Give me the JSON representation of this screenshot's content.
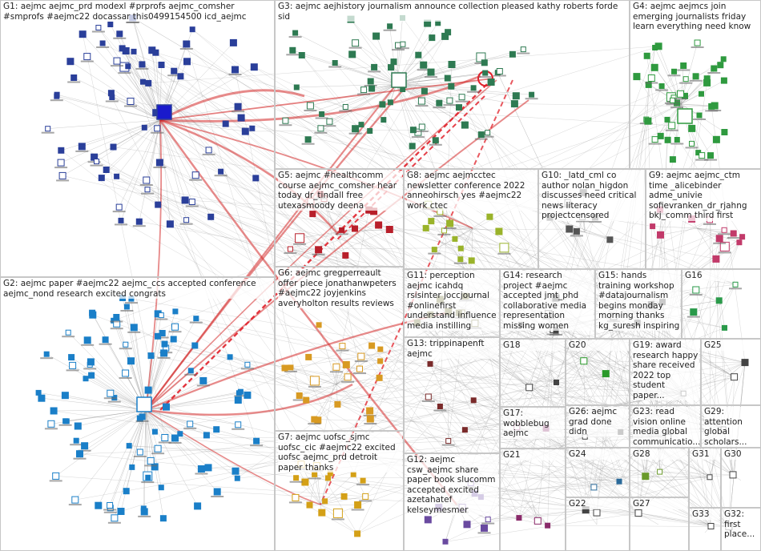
{
  "graph": {
    "groups": [
      {
        "id": "G1",
        "label": "G1: aejmc aejmc_prd modexl #prprofs aejmc_comsher #smprofs #aejmc22 docassar this0499154500 icd_aejmc",
        "color": "#2a3f9a"
      },
      {
        "id": "G2",
        "label": "G2: aejmc paper #aejmc22 aejmc_ccs accepted conference aejmc_nond research excited congrats",
        "color": "#1a7fc8"
      },
      {
        "id": "G3",
        "label": "G3: aejmc aejhistory journalism announce collection pleased kathy roberts forde sid",
        "color": "#2e7a52"
      },
      {
        "id": "G4",
        "label": "G4: aejmc aejmcs join emerging journalists friday learn everything need know",
        "color": "#2f9a3f"
      },
      {
        "id": "G5",
        "label": "G5: aejmc #healthcomm course aejmc_comsher hear today dr_tindall free utexasmoody deena",
        "color": "#b81f2a"
      },
      {
        "id": "G6",
        "label": "G6: aejmc gregperreault offer piece jonathanwpeters #aejmc22 joyjenkins averyholton results reviews",
        "color": "#d89a22"
      },
      {
        "id": "G7",
        "label": "G7: aejmc uofsc_sjmc uofsc_cic #aejmc22 excited uofsc aejmc_prd detroit paper thanks",
        "color": "#d4a017"
      },
      {
        "id": "G8",
        "label": "G8: aejmc aejmcctec newsletter conference 2022 anneohirsch yes #aejmc22 work ctec",
        "color": "#9ab32a"
      },
      {
        "id": "G9",
        "label": "G9: aejmc aejmc_ctm time _alicebinder adme_univie sofievranken_dr_rjahng bkj_comm third first",
        "color": "#c23a6a"
      },
      {
        "id": "G10",
        "label": "G10: _latd_cml co author nolan_higdon discusses need critical news literacy projectcensored",
        "color": "#555555"
      },
      {
        "id": "G11",
        "label": "G11: perception aejmc icahdq rsisinter joccjournal #onlinefirst understand influence media instilling",
        "color": "#6a6a2a"
      },
      {
        "id": "G12",
        "label": "G12: aejmc csw_aejmc share paper book slucomm accepted excited azetahatef kelseymesmer",
        "color": "#6a4aa0"
      },
      {
        "id": "G13",
        "label": "G13: trippinapenft aejmc",
        "color": "#7a2a2a"
      },
      {
        "id": "G14",
        "label": "G14: research project #aejmc accepted jmt_phd collaborative media representation missing women",
        "color": "#444444"
      },
      {
        "id": "G15",
        "label": "G15: hands training workshop #datajournalism begins monday morning thanks kg_suresh inspiring",
        "color": "#444444"
      },
      {
        "id": "G16",
        "label": "G16",
        "color": "#2a9a4a"
      },
      {
        "id": "G17",
        "label": "G17: wobblebug aejmc",
        "color": "#8a2a6a"
      },
      {
        "id": "G18",
        "label": "G18",
        "color": "#444444"
      },
      {
        "id": "G19",
        "label": "G19: award research happy share received 2022 top student paper...",
        "color": "#444444"
      },
      {
        "id": "G20",
        "label": "G20",
        "color": "#2a9a2a"
      },
      {
        "id": "G21",
        "label": "G21",
        "color": "#8a2a6a"
      },
      {
        "id": "G22",
        "label": "G22",
        "color": "#444444"
      },
      {
        "id": "G23",
        "label": "G23: read vision online media global communicatio...",
        "color": "#444444"
      },
      {
        "id": "G24",
        "label": "G24",
        "color": "#2a6a9a"
      },
      {
        "id": "G25",
        "label": "G25",
        "color": "#444444"
      },
      {
        "id": "G26",
        "label": "G26: aejmc grad done didn",
        "color": "#444444"
      },
      {
        "id": "G27",
        "label": "G27",
        "color": "#444444"
      },
      {
        "id": "G28",
        "label": "G28",
        "color": "#6a9a2a"
      },
      {
        "id": "G29",
        "label": "G29: attention global scholars...",
        "color": "#444444"
      },
      {
        "id": "G30",
        "label": "G30",
        "color": "#444444"
      },
      {
        "id": "G31",
        "label": "G31",
        "color": "#444444"
      },
      {
        "id": "G32",
        "label": "G32: first place...",
        "color": "#444444"
      },
      {
        "id": "G33",
        "label": "G33",
        "color": "#444444"
      }
    ]
  }
}
